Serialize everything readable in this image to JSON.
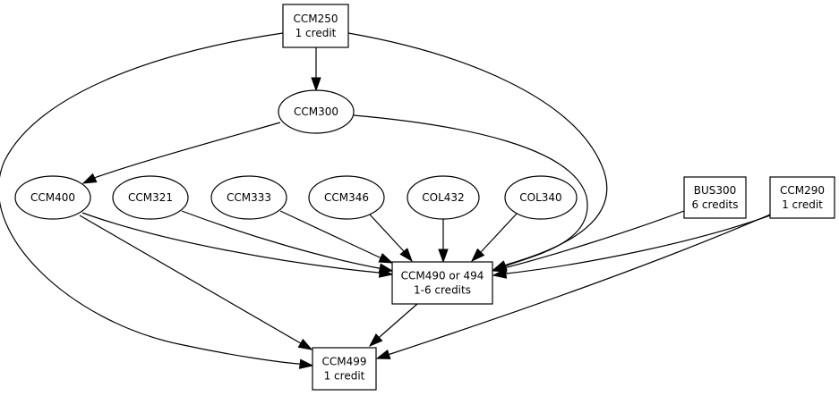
{
  "diagram": {
    "type": "prerequisite-graph",
    "nodes": [
      {
        "id": "CCM250",
        "shape": "box",
        "lines": [
          "CCM250",
          "1 credit"
        ]
      },
      {
        "id": "CCM300",
        "shape": "ellipse",
        "lines": [
          "CCM300"
        ]
      },
      {
        "id": "CCM400",
        "shape": "ellipse",
        "lines": [
          "CCM400"
        ]
      },
      {
        "id": "CCM321",
        "shape": "ellipse",
        "lines": [
          "CCM321"
        ]
      },
      {
        "id": "CCM333",
        "shape": "ellipse",
        "lines": [
          "CCM333"
        ]
      },
      {
        "id": "CCM346",
        "shape": "ellipse",
        "lines": [
          "CCM346"
        ]
      },
      {
        "id": "COL432",
        "shape": "ellipse",
        "lines": [
          "COL432"
        ]
      },
      {
        "id": "COL340",
        "shape": "ellipse",
        "lines": [
          "COL340"
        ]
      },
      {
        "id": "BUS300",
        "shape": "box",
        "lines": [
          "BUS300",
          "6 credits"
        ]
      },
      {
        "id": "CCM290",
        "shape": "box",
        "lines": [
          "CCM290",
          "1 credit"
        ]
      },
      {
        "id": "CCM490",
        "shape": "box",
        "lines": [
          "CCM490 or 494",
          "1-6 credits"
        ]
      },
      {
        "id": "CCM499",
        "shape": "box",
        "lines": [
          "CCM499",
          "1 credit"
        ]
      }
    ],
    "edges": [
      {
        "from": "CCM250",
        "to": "CCM300"
      },
      {
        "from": "CCM250",
        "to": "CCM490"
      },
      {
        "from": "CCM250",
        "to": "CCM499"
      },
      {
        "from": "CCM300",
        "to": "CCM400"
      },
      {
        "from": "CCM300",
        "to": "CCM490"
      },
      {
        "from": "CCM400",
        "to": "CCM490"
      },
      {
        "from": "CCM400",
        "to": "CCM499"
      },
      {
        "from": "CCM321",
        "to": "CCM490"
      },
      {
        "from": "CCM333",
        "to": "CCM490"
      },
      {
        "from": "CCM346",
        "to": "CCM490"
      },
      {
        "from": "COL432",
        "to": "CCM490"
      },
      {
        "from": "COL340",
        "to": "CCM490"
      },
      {
        "from": "BUS300",
        "to": "CCM490"
      },
      {
        "from": "CCM290",
        "to": "CCM490"
      },
      {
        "from": "CCM290",
        "to": "CCM499"
      },
      {
        "from": "CCM490",
        "to": "CCM499"
      }
    ]
  }
}
